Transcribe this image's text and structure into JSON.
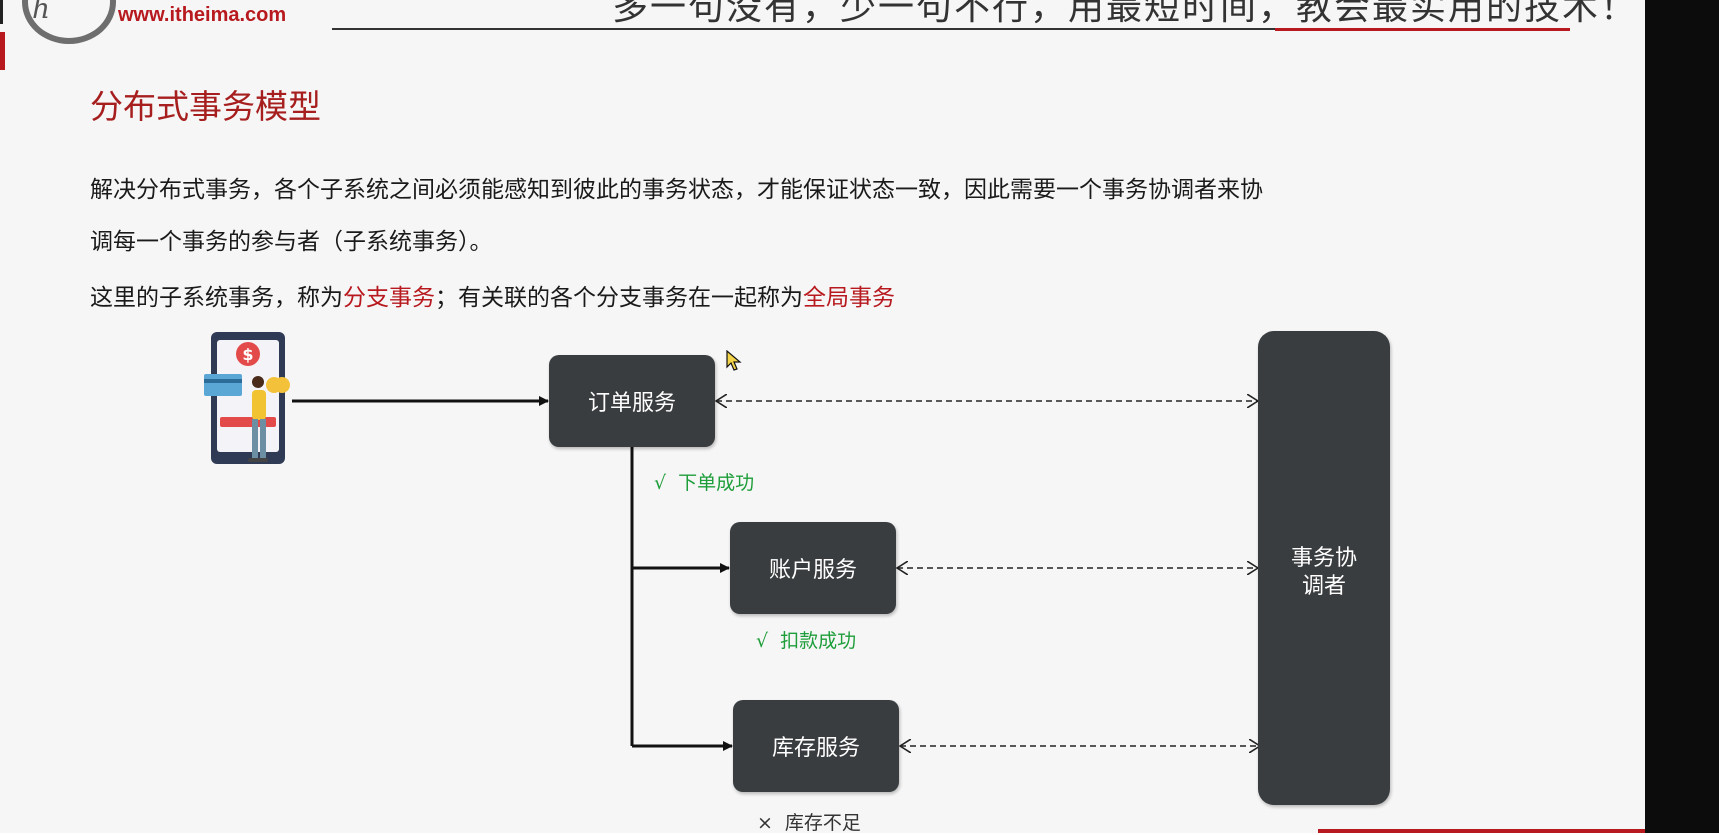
{
  "header": {
    "brand_url": "www.itheima.com",
    "slogan": "多一句没有，少一句不行，用最短时间，教会最实用的技术！"
  },
  "slide": {
    "title": "分布式事务模型",
    "para1_line1": "解决分布式事务，各个子系统之间必须能感知到彼此的事务状态，才能保证状态一致，因此需要一个事务协调者来协",
    "para1_line2": "调每一个事务的参与者（子系统事务）。",
    "para2_prefix": "这里的子系统事务，称为",
    "para2_term1": "分支事务",
    "para2_middle": "；有关联的各个分支事务在一起称为",
    "para2_term2": "全局事务"
  },
  "diagram": {
    "order_service": "订单服务",
    "account_service": "账户服务",
    "inventory_service": "库存服务",
    "coordinator_line1": "事务协",
    "coordinator_line2": "调者",
    "status_order_mark": "√",
    "status_order": "下单成功",
    "status_account_mark": "√",
    "status_account": "扣款成功",
    "status_inventory_mark": "×",
    "status_inventory": "库存不足",
    "user_icon": "user-paying-phone-icon",
    "dollar_symbol": "$"
  },
  "colors": {
    "title_red": "#a61e1e",
    "highlight_red": "#b7191e",
    "node_dark": "#3a3d3f",
    "success_green": "#1e9e3a"
  }
}
